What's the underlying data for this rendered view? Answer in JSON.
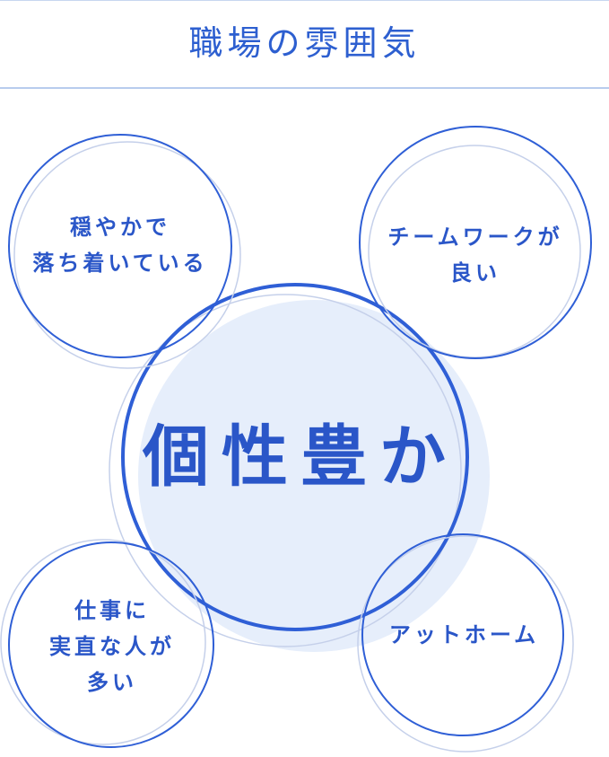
{
  "header": {
    "title": "職場の雰囲気"
  },
  "center": {
    "label": "個性豊か"
  },
  "bubbles": [
    {
      "line1": "穏やかで",
      "line2": "落ち着いている"
    },
    {
      "line1": "チームワークが",
      "line2": "良い"
    },
    {
      "line1": "仕事に",
      "line2": "実直な人が",
      "line3": "多い"
    },
    {
      "line1": "アットホーム"
    }
  ],
  "colors": {
    "accent": "#2a56c8",
    "ring": "#2f5fd6",
    "ring_light": "#b9c6e6",
    "center_fill": "#e6eefb",
    "header_rule": "#b8ccee"
  }
}
